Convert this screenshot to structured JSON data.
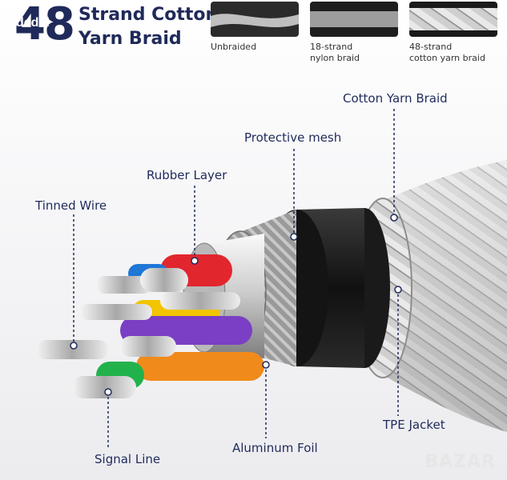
{
  "header": {
    "number": "48",
    "title_line1": "Strand Cotton",
    "title_line2": "Yarn Braid",
    "watermark": "dedal"
  },
  "comparison": [
    {
      "line1": "Unbraided",
      "line2": ""
    },
    {
      "line1": "18-strand",
      "line2": "nylon braid"
    },
    {
      "line1": "48-strand",
      "line2": "cotton yarn braid"
    }
  ],
  "callouts": {
    "cotton_yarn_braid": "Cotton Yarn Braid",
    "protective_mesh": "Protective mesh",
    "rubber_layer": "Rubber Layer",
    "tinned_wire": "Tinned Wire",
    "tpe_jacket": "TPE Jacket",
    "aluminum_foil": "Aluminum Foil",
    "signal_line": "Signal Line"
  },
  "brand_mark": "BAZAR",
  "colors": {
    "label": "#1f2a5a",
    "wire_red": "#e2262e",
    "wire_blue": "#1f77d6",
    "wire_yellow": "#f2c500",
    "wire_purple": "#7a3fc4",
    "wire_orange": "#f08a1a",
    "wire_green": "#22b24c"
  }
}
